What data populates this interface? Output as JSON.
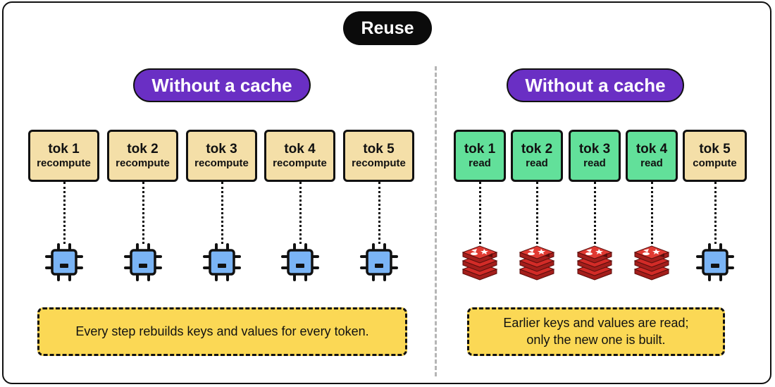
{
  "title": "Reuse",
  "left": {
    "heading": "Without a cache",
    "tokens": [
      {
        "name": "tok 1",
        "sub": "recompute"
      },
      {
        "name": "tok 2",
        "sub": "recompute"
      },
      {
        "name": "tok 3",
        "sub": "recompute"
      },
      {
        "name": "tok 4",
        "sub": "recompute"
      },
      {
        "name": "tok 5",
        "sub": "recompute"
      }
    ],
    "icons": [
      "cpu-chip-icon",
      "cpu-chip-icon",
      "cpu-chip-icon",
      "cpu-chip-icon",
      "cpu-chip-icon"
    ],
    "note": "Every step rebuilds keys and values for every token."
  },
  "right": {
    "heading": "Without a cache",
    "tokens": [
      {
        "name": "tok 1",
        "sub": "read"
      },
      {
        "name": "tok 2",
        "sub": "read"
      },
      {
        "name": "tok 3",
        "sub": "read"
      },
      {
        "name": "tok 4",
        "sub": "read"
      },
      {
        "name": "tok 5",
        "sub": "compute"
      }
    ],
    "icons": [
      "redis-cache-icon",
      "redis-cache-icon",
      "redis-cache-icon",
      "redis-cache-icon",
      "cpu-chip-icon"
    ],
    "note_lines": [
      "Earlier keys and values are read;",
      "only the new one is built."
    ]
  },
  "colors": {
    "title_bg": "#0b0b0b",
    "heading_bg": "#6a2fc4",
    "compute_box": "#f4dfa8",
    "read_box": "#62e09a",
    "note_bg": "#fbd855",
    "cpu_fill": "#7ab4f5",
    "cache_red": "#d22b27"
  }
}
